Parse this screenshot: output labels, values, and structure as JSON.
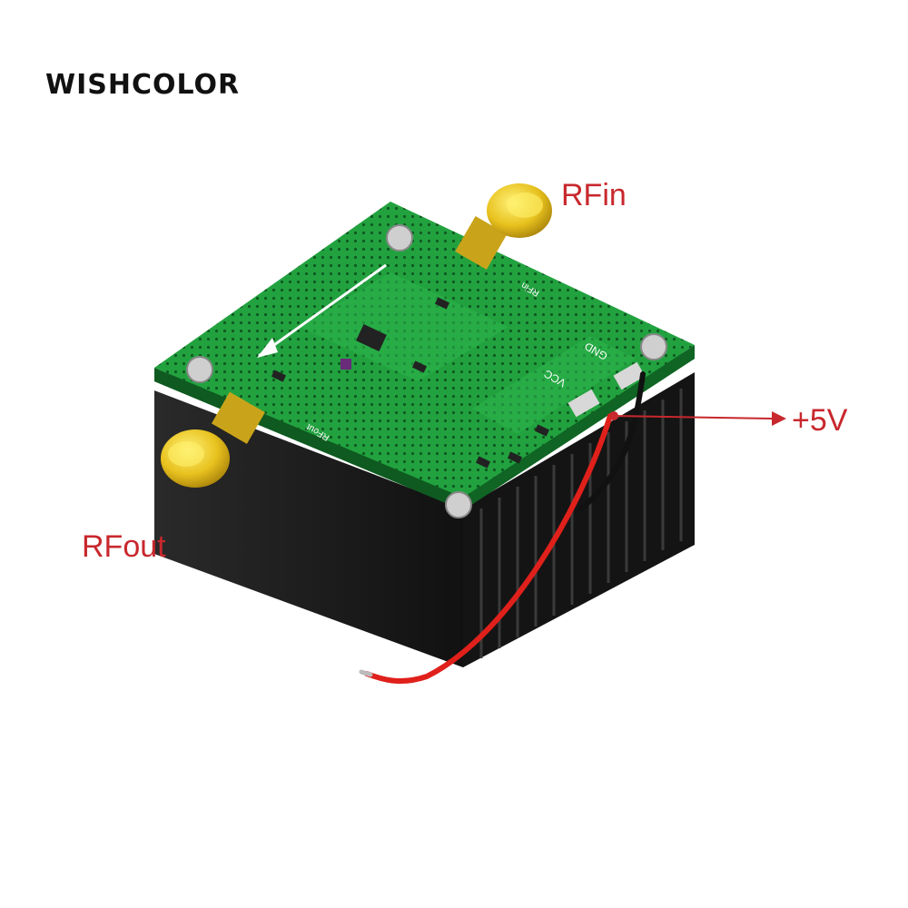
{
  "brand": {
    "text": "WISHCOLOR"
  },
  "callouts": {
    "rf_in": "RFin",
    "rf_out": "RFout",
    "supply": "+5V"
  },
  "board_silkscreen": {
    "pad_gnd": "GND",
    "pad_vcc": "VCC",
    "port_in": "RFin",
    "port_out": "RFout"
  },
  "colors": {
    "pcb": "#1f9a3a",
    "heatsink": "#1a1a1a",
    "connector": "#e8c21e",
    "callout": "#c8282d",
    "wire_red": "#e0201b"
  }
}
